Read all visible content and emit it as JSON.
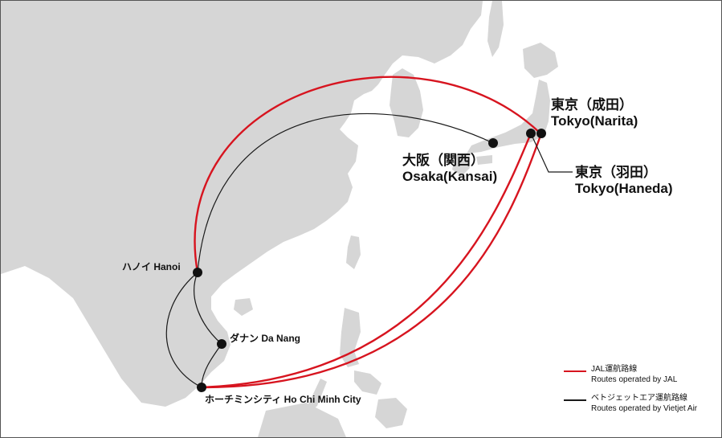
{
  "colors": {
    "land": "#d6d6d6",
    "sea": "#ffffff",
    "jal_route": "#d7141f",
    "vietjet_route": "#1a1a1a",
    "city_marker": "#111111"
  },
  "cities": {
    "hanoi": "ハノイ Hanoi",
    "danang": "ダナン Da Nang",
    "hcmc": "ホーチミンシティ Ho Chi Minh City",
    "narita_ja": "東京（成田）",
    "narita_en": "Tokyo(Narita)",
    "haneda_ja": "東京（羽田）",
    "haneda_en": "Tokyo(Haneda)",
    "osaka_ja": "大阪（関西）",
    "osaka_en": "Osaka(Kansai)"
  },
  "legend": {
    "jal_ja": "JAL運航路線",
    "jal_en": "Routes operated by JAL",
    "vietjet_ja": "ベトジェットエア運航路線",
    "vietjet_en": "Routes operated by Vietjet Air"
  }
}
